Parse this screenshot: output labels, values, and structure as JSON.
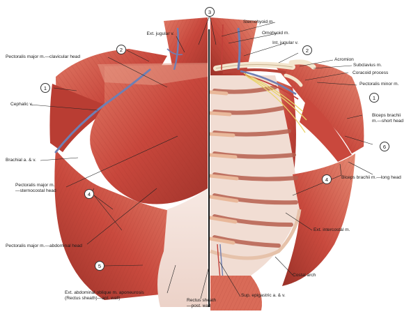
{
  "labels": {
    "ext_jugular": "Ext. jugular v.",
    "pec_clav_head": "Pectoralis major m.—clavicular head",
    "cephalic": "Cephalic v.",
    "brachial": "Brachial a. & v.",
    "pec_sterno_1": "Pectoralis major m.",
    "pec_sterno_2": "—sternocostal head",
    "pec_abdominal": "Pectoralis major m.—abdominal head",
    "ext_oblique_1": "Ext. abdominal oblique m. aponeurosis",
    "ext_oblique_2": "(Rectus sheath)—ant. wall)",
    "rectus_post_1": "Rectus sheath",
    "rectus_post_2": "—post. wall",
    "sup_epigastric": "Sup. epigastric a. & v.",
    "costal_arch": "Costal arch",
    "ext_intercostal": "Ext. intercostal m.",
    "biceps_long": "Biceps brachii m.—long head",
    "biceps_short_1": "Biceps brachii",
    "biceps_short_2": "m.—short head",
    "pec_minor": "Pectoralis minor m.",
    "coracoid": "Coracoid process",
    "subclavius": "Subclavius m.",
    "acromion": "Acromion",
    "int_jugular": "Int. jugular v.",
    "omohyoid": "Omohyoid m.",
    "sternohyoid": "Sternohyoid m."
  },
  "callouts": {
    "c3": "3",
    "c2_left": "2",
    "c1_left": "1",
    "c4_left": "4",
    "c5": "5",
    "c2_right": "2",
    "c1_right": "1",
    "c6": "6",
    "c4_right": "4"
  },
  "colors": {
    "muscle": "#c8473c",
    "muscle_dark": "#8e2a22",
    "muscle_light": "#e07a66",
    "fascia": "#f2dfd8",
    "bone": "#f4e6cf",
    "cartilage": "#e9b89a",
    "vein": "#6f7fb3",
    "artery": "#c2403a",
    "nerve": "#e8d36a"
  }
}
